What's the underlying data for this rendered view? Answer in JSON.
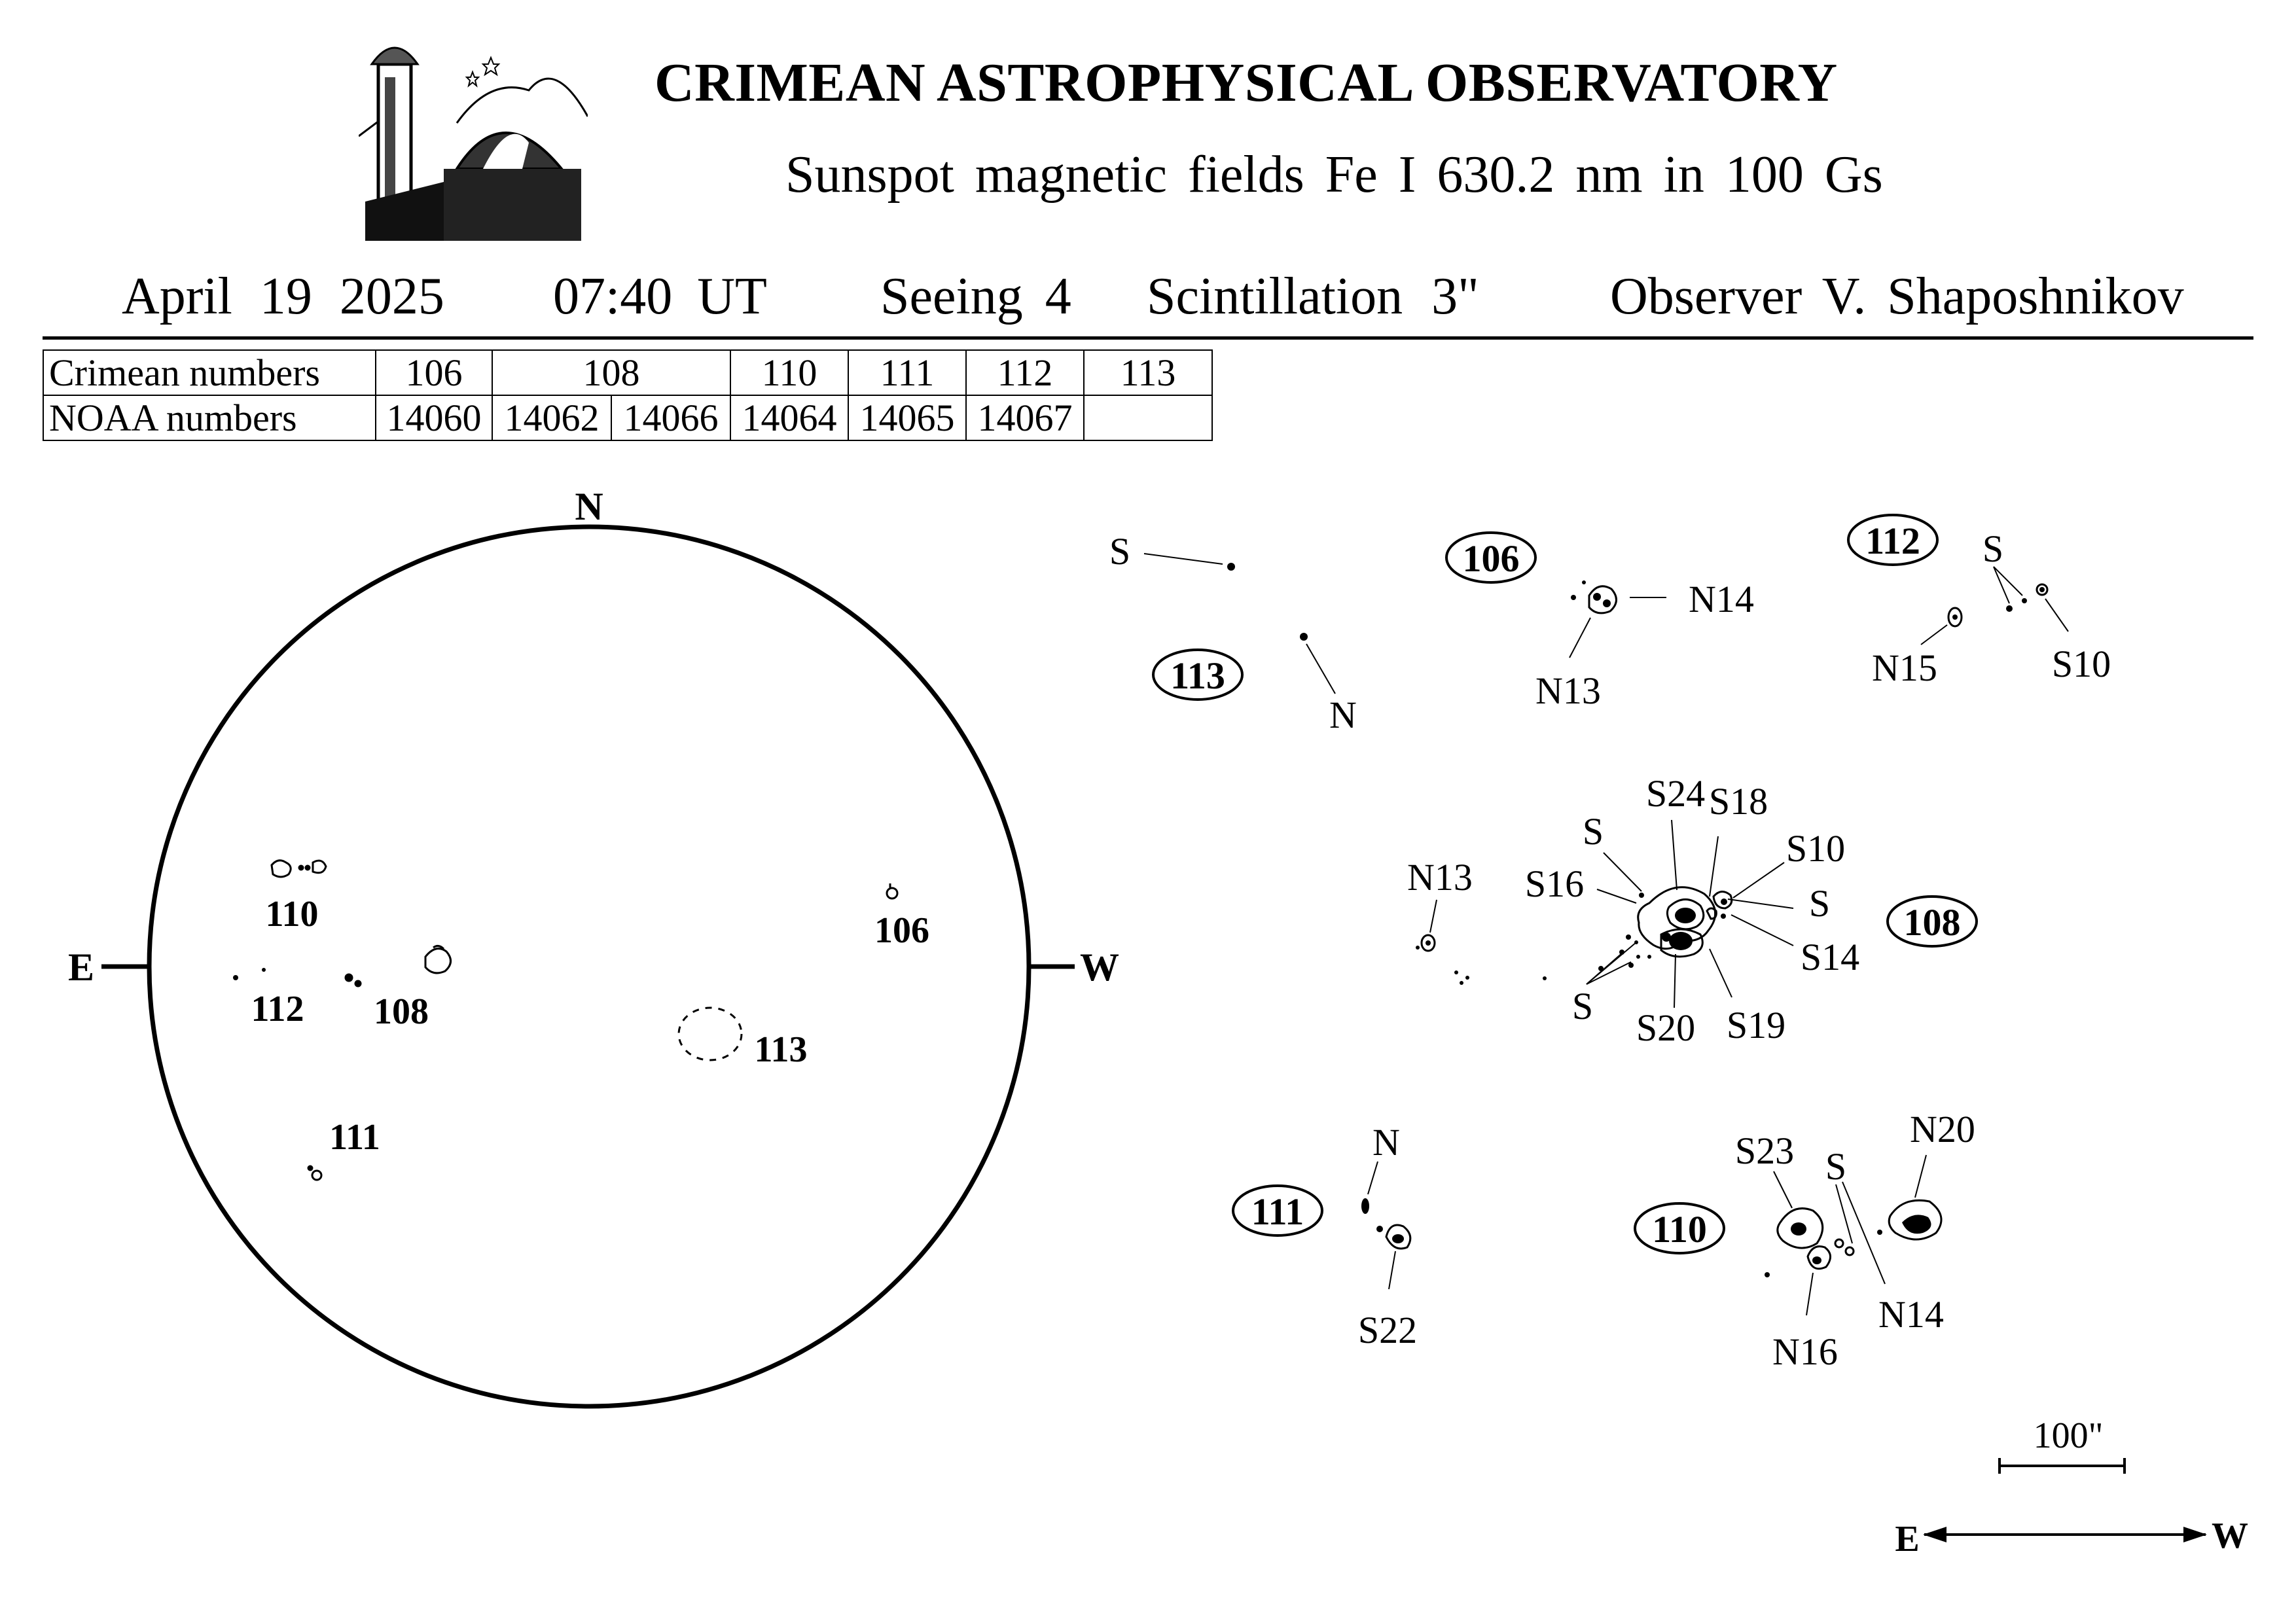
{
  "header": {
    "title": "CRIMEAN ASTROPHYSICAL OBSERVATORY",
    "subtitle": "Sunspot  magnetic  fields  Fe I 630.2 nm in 100 Gs"
  },
  "observation": {
    "date": "April  19  2025",
    "time": "07:40  UT",
    "seeing": "Seeing  4",
    "scintillation": "Scintillation   3\"",
    "observer": "Observer  V. Shaposhnikov"
  },
  "table": {
    "row1_label": "Crimean numbers",
    "row2_label": "NOAA numbers",
    "crimean": [
      "106",
      "108",
      "110",
      "111",
      "112",
      "113"
    ],
    "noaa": [
      "14060",
      "14062",
      "14066",
      "14064",
      "14065",
      "14067",
      ""
    ]
  },
  "disk": {
    "north": "N",
    "east": "E",
    "west": "W",
    "regions": [
      {
        "id": "110",
        "lat": 18,
        "lon": -60
      },
      {
        "id": "106",
        "lat": 13,
        "lon": 48
      },
      {
        "id": "112",
        "lat": 0,
        "lon": -75
      },
      {
        "id": "108",
        "lat": 2,
        "lon": -52
      },
      {
        "id": "113",
        "lat": -9,
        "lon": 11
      },
      {
        "id": "111",
        "lat": -27,
        "lon": -60
      }
    ]
  },
  "details": {
    "r113": {
      "number": "113",
      "labels": [
        "S",
        "N"
      ]
    },
    "r106": {
      "number": "106",
      "labels": [
        "N14",
        "N13"
      ]
    },
    "r112": {
      "number": "112",
      "labels": [
        "S",
        "N15",
        "S10"
      ]
    },
    "r108": {
      "number": "108",
      "labels": [
        "S24",
        "S18",
        "S",
        "S10",
        "N13",
        "S16",
        "S",
        "S14",
        "S",
        "S20",
        "S19"
      ]
    },
    "r111": {
      "number": "111",
      "labels": [
        "N",
        "S22"
      ]
    },
    "r110": {
      "number": "110",
      "labels": [
        "N20",
        "S23",
        "S",
        "N14",
        "N16"
      ]
    }
  },
  "scale_bar": {
    "label": "100\""
  },
  "orientation": {
    "east": "E",
    "west": "W"
  }
}
